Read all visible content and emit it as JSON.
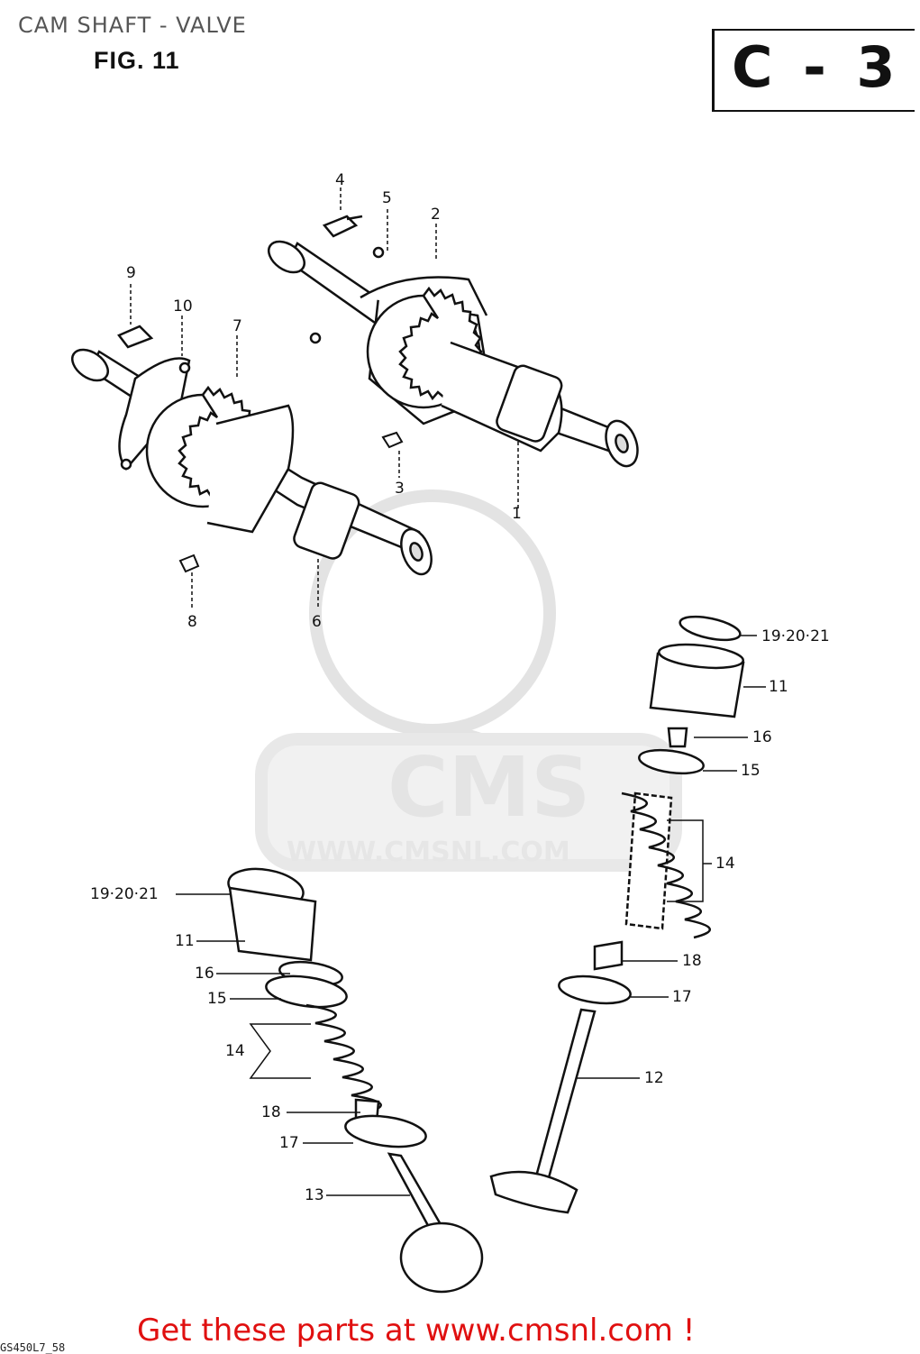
{
  "header": {
    "title": "CAM SHAFT - VALVE",
    "figure": "FIG. 11",
    "section_code": "C - 3"
  },
  "watermark": {
    "brand": "CMS",
    "url": "WWW.CMSNL.COM"
  },
  "callouts": {
    "c1": "1",
    "c2": "2",
    "c3": "3",
    "c4": "4",
    "c5": "5",
    "c6": "6",
    "c7": "7",
    "c8": "8",
    "c9": "9",
    "c10": "10",
    "c11a": "11",
    "c11b": "11",
    "c12": "12",
    "c13": "13",
    "c14a": "14",
    "c14b": "14",
    "c15a": "15",
    "c15b": "15",
    "c16a": "16",
    "c16b": "16",
    "c17a": "17",
    "c17b": "17",
    "c18a": "18",
    "c18b": "18",
    "c19a": "19·20·21",
    "c19b": "19·20·21"
  },
  "footer": {
    "cta": "Get these parts at www.cmsnl.com !",
    "page_ref": "GS450L7_58"
  }
}
